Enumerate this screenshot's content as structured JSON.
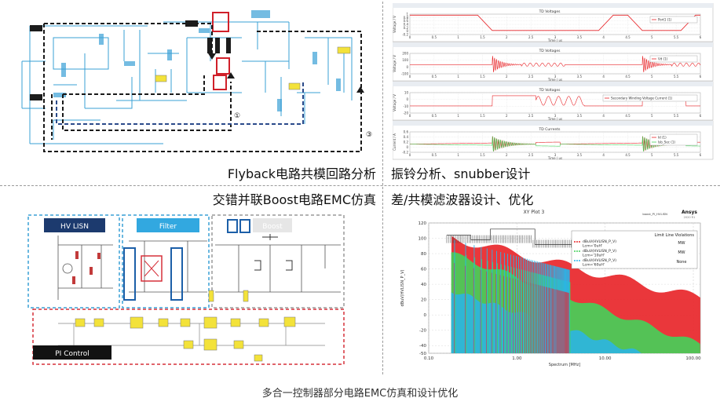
{
  "captions": {
    "top_left": "Flyback电路共模回路分析",
    "top_right": "振铃分析、snubber设计",
    "bottom_left": "交错并联Boost电路EMC仿真",
    "bottom_right": "差/共模滤波器设计、优化"
  },
  "footer": "多合一控制器部分电路EMC仿真和设计优化",
  "flyback": {
    "loop_marks": [
      "①",
      "③"
    ]
  },
  "boost": {
    "blocks": [
      "HV LISN",
      "Filter",
      "Boost",
      "PI Control"
    ]
  },
  "waveforms": {
    "charts": [
      {
        "title": "TD Voltages",
        "ylabel": "Voltage / V",
        "yticks": [
          "1",
          "0.8",
          "0.6",
          "0.4",
          "0.2",
          "0",
          "-0.2"
        ],
        "legend": "Port1 (1)"
      },
      {
        "title": "TD Voltages",
        "ylabel": "Voltage / V",
        "yticks": [
          "200",
          "100",
          "0",
          "-100"
        ],
        "legend": "Vd (1)"
      },
      {
        "title": "TD Voltages",
        "ylabel": "Voltage / V",
        "yticks": [
          "10",
          "0",
          "-10",
          "-20"
        ],
        "legend": "Secondary Winding Voltage Current (1)"
      },
      {
        "title": "TD Currents",
        "ylabel": "Current / A",
        "yticks": [
          "0.6",
          "0.4",
          "0.2",
          "0",
          "-0.2"
        ],
        "legend": "Id (1)",
        "legend2": "Isb_Sec (1)"
      }
    ],
    "xticks": [
      "0",
      "0.5",
      "1",
      "1.5",
      "2",
      "2.5",
      "3",
      "3.5",
      "4",
      "4.5",
      "5",
      "5.5",
      "6"
    ],
    "xlabel": "Time / us"
  },
  "spectrum": {
    "title": "XY Plot 3",
    "brand": "Ansys",
    "brand_sub": "2020 R1",
    "design_label": "boost_PI_HVLISN",
    "ylabel": "dBuV(HVLISN_P_V)",
    "xlabel": "Spectrum [MHz]",
    "yticks": [
      "120",
      "100",
      "80",
      "60",
      "40",
      "20",
      "0",
      "-20",
      "-40",
      "-50"
    ],
    "xticks": [
      "0.10",
      "1.00",
      "10.00",
      "100.00"
    ],
    "legend_header": "Limit Line Violations",
    "legend": [
      {
        "name": "dBuV(HVLISN_P_V)",
        "param": "Lcm='0uH'",
        "violation": "MW",
        "color": "#e8262a"
      },
      {
        "name": "dBuV(HVLISN_P_V)",
        "param": "Lcm='10uH'",
        "violation": "MW",
        "color": "#44d15a"
      },
      {
        "name": "dBuV(HVLISN_P_V)",
        "param": "Lcm='60uH'",
        "violation": "None",
        "color": "#2ab4ea"
      }
    ]
  },
  "colors": {
    "red": "#e8262a",
    "green": "#44d15a",
    "cyan": "#2ab4ea",
    "schematic_blue": "#3aa0d6",
    "lisn_dark": "#1c3a6e",
    "filter_blue": "#32a8e0"
  }
}
